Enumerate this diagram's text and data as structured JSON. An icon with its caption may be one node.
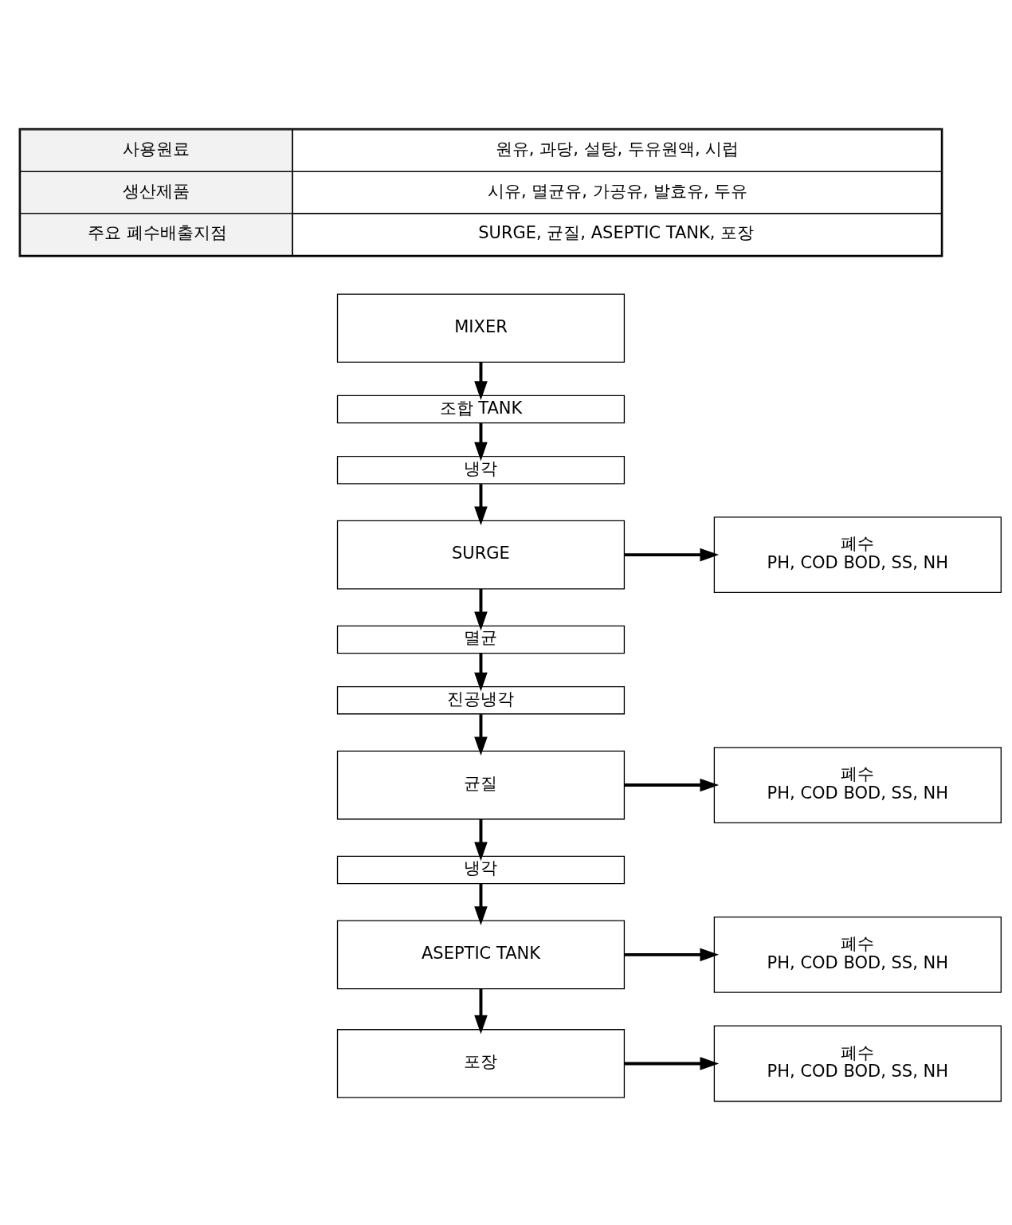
{
  "diagram": {
    "nodes": [
      {
        "text": [
          "MIXER"
        ]
      },
      {
        "text": [
          "조합 TANK"
        ]
      },
      {
        "text": [
          "냉각"
        ]
      },
      {
        "text": [
          "SURGE"
        ]
      },
      {
        "text": [
          "폐수",
          "PH, COD BOD, SS, NH"
        ]
      },
      {
        "text": [
          "멸균"
        ]
      },
      {
        "text": [
          "진공냉각"
        ]
      },
      {
        "text": [
          "균질"
        ]
      },
      {
        "text": [
          "폐수",
          "PH, COD BOD, SS, NH"
        ]
      },
      {
        "text": [
          "냉각"
        ]
      },
      {
        "text": [
          "ASEPTIC TANK"
        ]
      },
      {
        "text": [
          "폐수",
          "PH, COD BOD, SS, NH"
        ]
      },
      {
        "text": [
          "포장"
        ]
      },
      {
        "text": [
          "폐수",
          "PH, COD BOD, SS, NH"
        ]
      }
    ],
    "edges": [
      {
        "from": 0,
        "to": 1,
        "arrow": "to"
      },
      {
        "from": 1,
        "to": 2,
        "arrow": "to"
      },
      {
        "from": 2,
        "to": 3,
        "arrow": "to"
      },
      {
        "from": 3,
        "to": 4,
        "arrow": "to"
      },
      {
        "from": 3,
        "to": 5,
        "arrow": "to"
      },
      {
        "from": 5,
        "to": 6,
        "arrow": "to"
      },
      {
        "from": 6,
        "to": 7,
        "arrow": "to"
      },
      {
        "from": 7,
        "to": 8,
        "arrow": "to"
      },
      {
        "from": 7,
        "to": 9,
        "arrow": "to"
      },
      {
        "from": 9,
        "to": 10,
        "arrow": "to"
      },
      {
        "from": 10,
        "to": 11,
        "arrow": "to"
      },
      {
        "from": 10,
        "to": 12,
        "arrow": "to"
      },
      {
        "from": 12,
        "to": 13,
        "arrow": "to"
      }
    ],
    "labels": [
      "사용원료",
      "원유, 과당, 설탕, 두유원액, 시럽",
      "생산제품",
      "시유, 멸균유, 가공유, 발효유, 두유",
      "주요 폐수배출지점",
      "SURGE, 균질, ASEPTIC TANK, 포장"
    ]
  }
}
